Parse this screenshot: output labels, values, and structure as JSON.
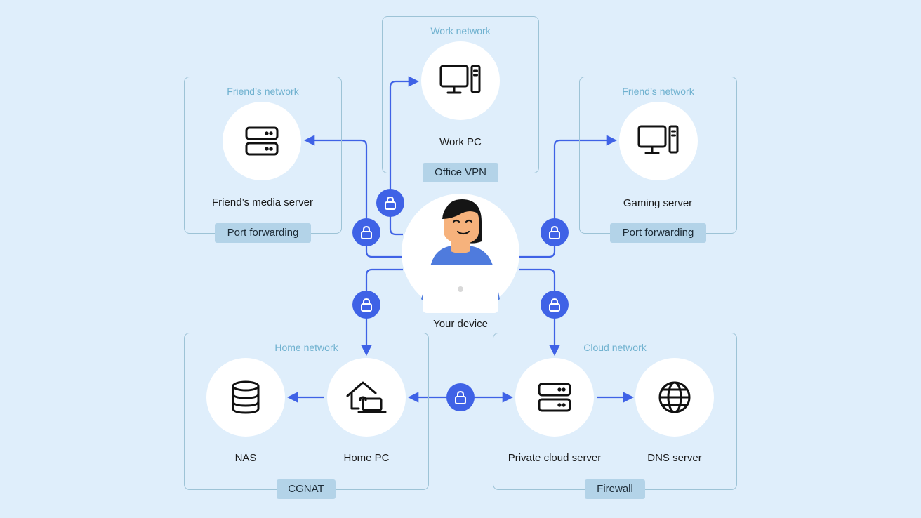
{
  "networks": {
    "work": {
      "title": "Work network",
      "tag": "Office VPN"
    },
    "friend_left": {
      "title": "Friend’s network",
      "tag": "Port forwarding"
    },
    "friend_right": {
      "title": "Friend’s network",
      "tag": "Port forwarding"
    },
    "home": {
      "title": "Home network",
      "tag": "CGNAT"
    },
    "cloud": {
      "title": "Cloud network",
      "tag": "Firewall"
    }
  },
  "nodes": {
    "work_pc": {
      "label": "Work PC",
      "icon": "desktop-pc-icon"
    },
    "friends_media_server": {
      "label": "Friend’s media server",
      "icon": "server-icon"
    },
    "gaming_server": {
      "label": "Gaming server",
      "icon": "desktop-pc-icon"
    },
    "your_device": {
      "label": "Your device",
      "icon": "person-with-laptop"
    },
    "nas": {
      "label": "NAS",
      "icon": "database-icon"
    },
    "home_pc": {
      "label": "Home PC",
      "icon": "home-laptop-icon"
    },
    "private_cloud_server": {
      "label": "Private cloud server",
      "icon": "server-icon"
    },
    "dns_server": {
      "label": "DNS server",
      "icon": "globe-icon"
    }
  },
  "colors": {
    "background": "#dfeefb",
    "connector": "#3f62e6",
    "network_border": "#9dc3d6",
    "network_title": "#6fb1cf",
    "tag_fill": "#b3d3e8",
    "node_fill": "#ffffff"
  }
}
